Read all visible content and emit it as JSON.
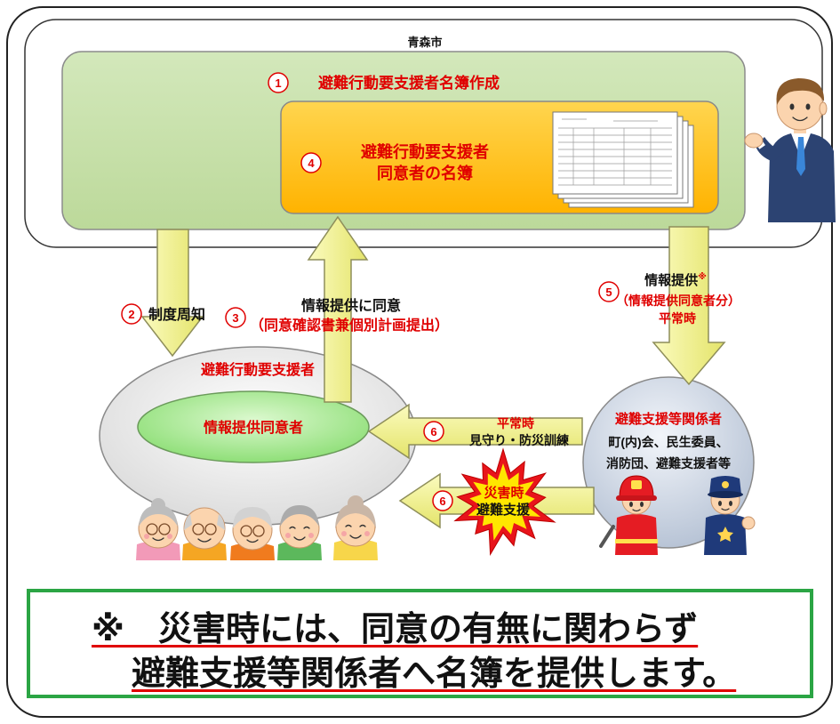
{
  "city_label": "青森市",
  "steps": {
    "s1": {
      "num": "1",
      "label": "避難行動要支援者名簿作成"
    },
    "s2": {
      "num": "2",
      "label": "制度周知"
    },
    "s3": {
      "num": "3",
      "label_top": "情報提供に同意",
      "label": "（同意確認書兼個別計画提出）"
    },
    "s4": {
      "num": "4",
      "lines": [
        "避難行動要支援者",
        "同意者の名簿"
      ]
    },
    "s5": {
      "num": "5",
      "label_top": "情報提供",
      "mark": "※",
      "label": "（情報提供同意者分）",
      "when": "平常時"
    },
    "s6a": {
      "num": "6",
      "when": "平常時",
      "action": "見守り・防災訓練"
    },
    "s6b": {
      "num": "6",
      "when": "災害時",
      "action": "避難支援"
    }
  },
  "support_needed": {
    "label": "避難行動要支援者",
    "consented": "情報提供同意者"
  },
  "supporters": {
    "label": "避難支援等関係者",
    "members": [
      "町(内)会、民生委員、",
      "消防団、避難支援者等"
    ]
  },
  "note": {
    "lines": [
      "※　災害時には、同意の有無に関わらず",
      "避難支援等関係者へ名簿を提供します。"
    ]
  },
  "icons": {
    "city_staff": "businessman-illustration",
    "roster": "document-stack-icon",
    "residents": "elderly-people-illustration",
    "firefighter": "firefighter-illustration",
    "police": "police-officer-illustration",
    "disaster": "explosion-burst-icon"
  },
  "colors": {
    "accent": "#e00000",
    "note_border": "#2ba544",
    "green_panel": "#c5dfa6",
    "orange_panel": "#ffc000",
    "arrow": "#f3f38a"
  }
}
